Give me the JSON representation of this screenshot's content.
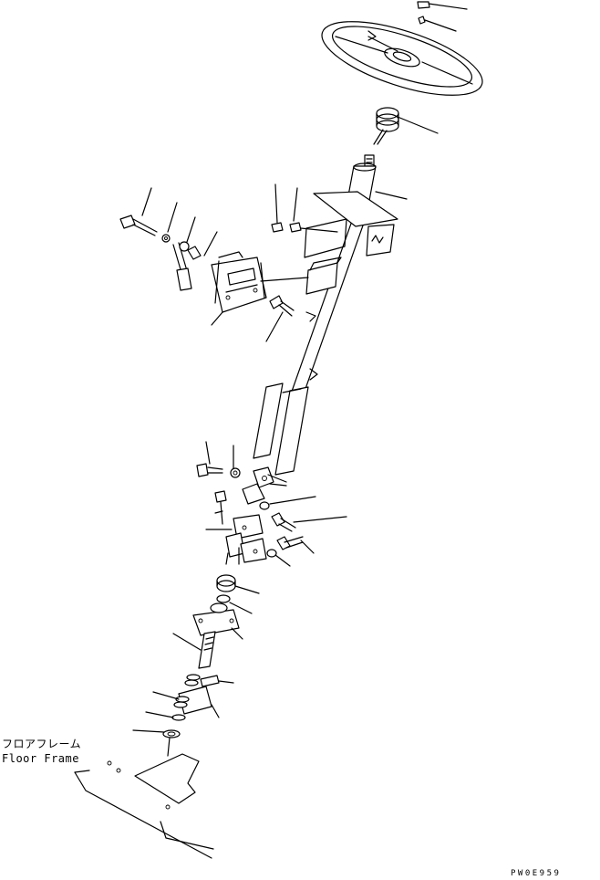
{
  "labels": {
    "floor_frame_jp": "フロアフレーム",
    "floor_frame_en": "Floor Frame",
    "drawing_code": "PW0E959"
  }
}
